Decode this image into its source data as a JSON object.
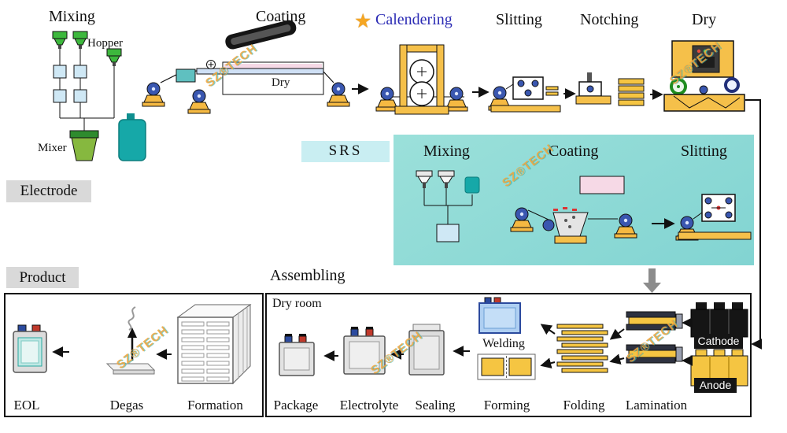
{
  "watermark": "SZ®TECH",
  "electrode_row": {
    "stage_mixing": "Mixing",
    "hopper_label": "Hopper",
    "mixer_label": "Mixer",
    "stage_coating": "Coating",
    "oven_dry_label": "Dry",
    "star_icon": "★",
    "stage_calendering": "Calendering",
    "stage_slitting": "Slitting",
    "stage_notching": "Notching",
    "stage_dry": "Dry"
  },
  "section_labels": {
    "electrode": "Electrode",
    "product": "Product",
    "assembling": "Assembling"
  },
  "srs": {
    "label": "SRS",
    "stage_mixing": "Mixing",
    "stage_coating": "Coating",
    "stage_slitting": "Slitting"
  },
  "assembling_box": {
    "dry_room": "Dry room",
    "welding": "Welding",
    "cathode": "Cathode",
    "anode": "Anode",
    "stations": [
      "Package",
      "Electrolyte",
      "Sealing",
      "Forming",
      "Folding",
      "Lamination"
    ]
  },
  "product_box": {
    "stations": [
      "EOL",
      "Degas",
      "Formation"
    ]
  },
  "colors": {
    "calendering_text": "#2b2bb4",
    "star_orange": "#f5a623",
    "srs_panel": "#8fd8d3",
    "srs_label_bg": "#c9eef2",
    "section_label_bg": "#d9d9d9",
    "machine_orange": "#f5c04a",
    "roller_blue": "#3a57b0",
    "hopper_green": "#3db83d",
    "tank_teal": "#16a8a8",
    "anode_yellow": "#f5c542",
    "cathode_black": "#151515",
    "welding_blue": "#aecff2"
  }
}
